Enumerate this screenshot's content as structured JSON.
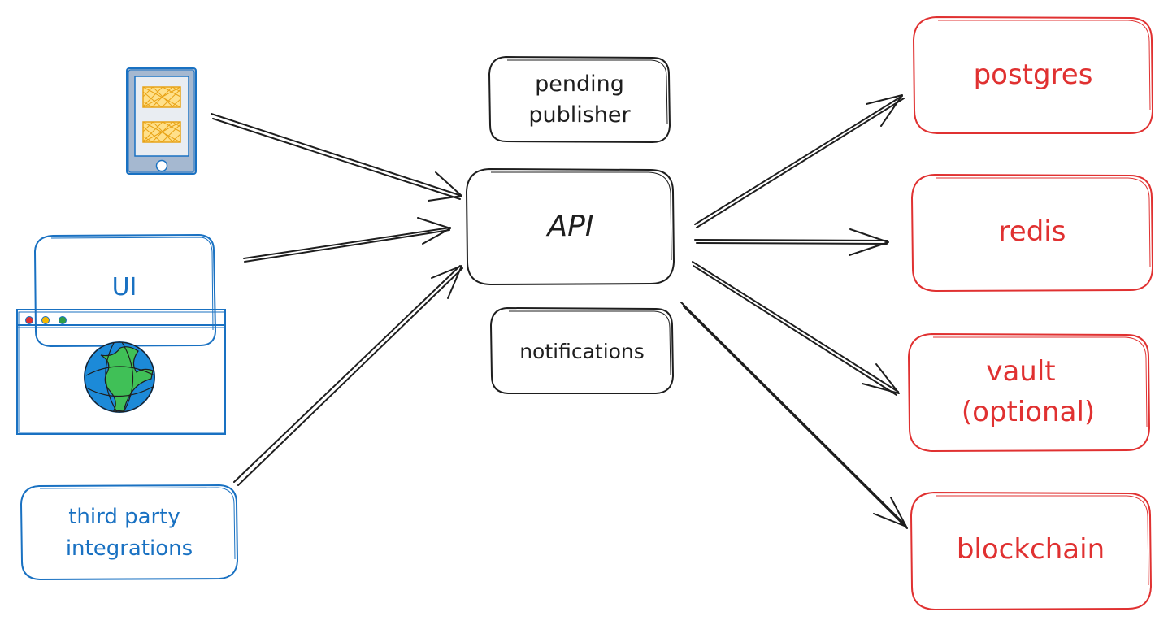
{
  "colors": {
    "ink": "#1e1e1e",
    "client_blue": "#1971c2",
    "storage_red": "#e03131",
    "tablet_fill": "#a5b8d0",
    "tablet_screen": "#e9edf2",
    "tablet_panel_fill": "#ffe08a",
    "tablet_panel_stroke": "#e8a317",
    "globe_blue": "#1c8ad8",
    "globe_land": "#40c057",
    "dot_red": "#e03131",
    "dot_yellow": "#f5b800",
    "dot_green": "#2f9e44"
  },
  "icons": {
    "tablet": "tablet-device-icon",
    "browser": "browser-window-icon",
    "globe": "globe-icon"
  },
  "clients": {
    "ui_label": "UI",
    "third_party_line1": "third party",
    "third_party_line2": "integrations"
  },
  "core": {
    "pending_line1": "pending",
    "pending_line2": "publisher",
    "api_label": "API",
    "notifications_label": "notifications"
  },
  "storage": {
    "postgres_label": "postgres",
    "redis_label": "redis",
    "vault_line1": "vault",
    "vault_line2": "(optional)",
    "blockchain_label": "blockchain"
  }
}
